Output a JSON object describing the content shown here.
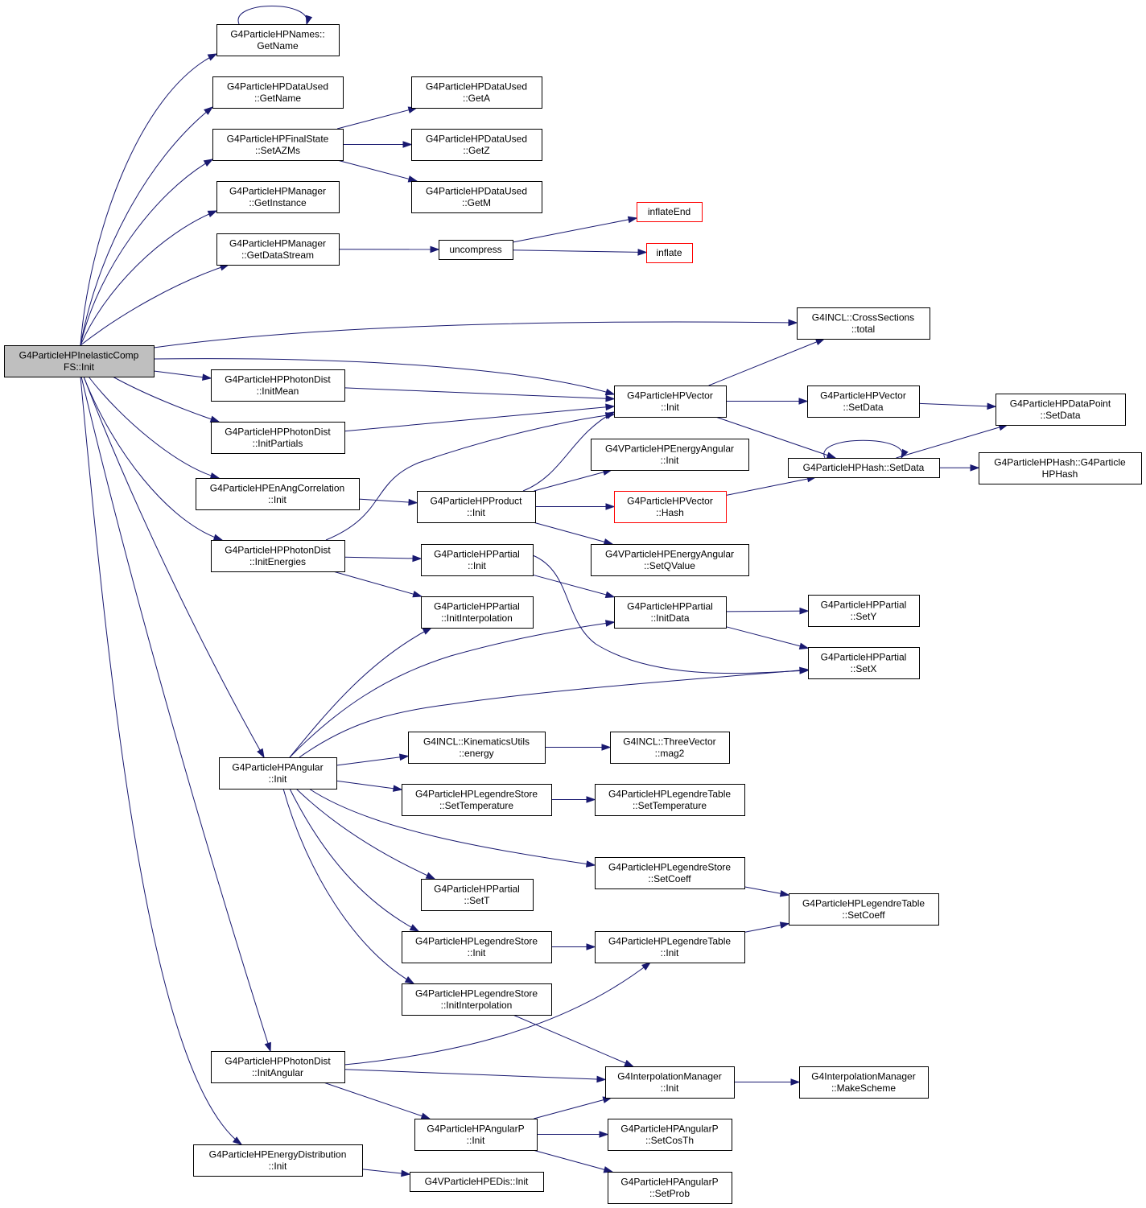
{
  "colors": {
    "edge": "#191970",
    "node_border": "#000000",
    "node_fill": "#ffffff",
    "root_fill": "#bfbfbf",
    "truncated_border": "#ff0000"
  },
  "nodes": {
    "root": {
      "lines": [
        "G4ParticleHPInelasticComp",
        "FS::Init"
      ]
    },
    "names_getname": {
      "lines": [
        "G4ParticleHPNames::",
        "GetName"
      ]
    },
    "dataused_getname": {
      "lines": [
        "G4ParticleHPDataUsed",
        "::GetName"
      ]
    },
    "finalstate_setazms": {
      "lines": [
        "G4ParticleHPFinalState",
        "::SetAZMs"
      ]
    },
    "dataused_geta": {
      "lines": [
        "G4ParticleHPDataUsed",
        "::GetA"
      ]
    },
    "dataused_getz": {
      "lines": [
        "G4ParticleHPDataUsed",
        "::GetZ"
      ]
    },
    "dataused_getm": {
      "lines": [
        "G4ParticleHPDataUsed",
        "::GetM"
      ]
    },
    "manager_getinstance": {
      "lines": [
        "G4ParticleHPManager",
        "::GetInstance"
      ]
    },
    "manager_getdatastream": {
      "lines": [
        "G4ParticleHPManager",
        "::GetDataStream"
      ]
    },
    "uncompress": {
      "lines": [
        "uncompress"
      ]
    },
    "inflateend": {
      "lines": [
        "inflateEnd"
      ]
    },
    "inflate": {
      "lines": [
        "inflate"
      ]
    },
    "incl_crosssections_total": {
      "lines": [
        "G4INCL::CrossSections",
        "::total"
      ]
    },
    "photondist_initmean": {
      "lines": [
        "G4ParticleHPPhotonDist",
        "::InitMean"
      ]
    },
    "photondist_initpartials": {
      "lines": [
        "G4ParticleHPPhotonDist",
        "::InitPartials"
      ]
    },
    "vector_init": {
      "lines": [
        "G4ParticleHPVector",
        "::Init"
      ]
    },
    "vector_setdata": {
      "lines": [
        "G4ParticleHPVector",
        "::SetData"
      ]
    },
    "datapoint_setdata": {
      "lines": [
        "G4ParticleHPDataPoint",
        "::SetData"
      ]
    },
    "hash_setdata": {
      "lines": [
        "G4ParticleHPHash::SetData"
      ]
    },
    "hash_ctor": {
      "lines": [
        "G4ParticleHPHash::G4Particle",
        "HPHash"
      ]
    },
    "enangcorrelation_init": {
      "lines": [
        "G4ParticleHPEnAngCorrelation",
        "::Init"
      ]
    },
    "product_init": {
      "lines": [
        "G4ParticleHPProduct",
        "::Init"
      ]
    },
    "energyangular_init": {
      "lines": [
        "G4VParticleHPEnergyAngular",
        "::Init"
      ]
    },
    "vector_hash": {
      "lines": [
        "G4ParticleHPVector",
        "::Hash"
      ]
    },
    "energyangular_setqvalue": {
      "lines": [
        "G4VParticleHPEnergyAngular",
        "::SetQValue"
      ]
    },
    "photondist_initenergies": {
      "lines": [
        "G4ParticleHPPhotonDist",
        "::InitEnergies"
      ]
    },
    "partial_init": {
      "lines": [
        "G4ParticleHPPartial",
        "::Init"
      ]
    },
    "partial_initinterpolation": {
      "lines": [
        "G4ParticleHPPartial",
        "::InitInterpolation"
      ]
    },
    "partial_initdata": {
      "lines": [
        "G4ParticleHPPartial",
        "::InitData"
      ]
    },
    "partial_sety": {
      "lines": [
        "G4ParticleHPPartial",
        "::SetY"
      ]
    },
    "partial_setx": {
      "lines": [
        "G4ParticleHPPartial",
        "::SetX"
      ]
    },
    "angular_init": {
      "lines": [
        "G4ParticleHPAngular",
        "::Init"
      ]
    },
    "kinematicsutils_energy": {
      "lines": [
        "G4INCL::KinematicsUtils",
        "::energy"
      ]
    },
    "threevector_mag2": {
      "lines": [
        "G4INCL::ThreeVector",
        "::mag2"
      ]
    },
    "legendrestore_settemperature": {
      "lines": [
        "G4ParticleHPLegendreStore",
        "::SetTemperature"
      ]
    },
    "legendretable_settemperature": {
      "lines": [
        "G4ParticleHPLegendreTable",
        "::SetTemperature"
      ]
    },
    "legendrestore_setcoeff": {
      "lines": [
        "G4ParticleHPLegendreStore",
        "::SetCoeff"
      ]
    },
    "partial_sett": {
      "lines": [
        "G4ParticleHPPartial",
        "::SetT"
      ]
    },
    "legendretable_setcoeff": {
      "lines": [
        "G4ParticleHPLegendreTable",
        "::SetCoeff"
      ]
    },
    "legendrestore_init": {
      "lines": [
        "G4ParticleHPLegendreStore",
        "::Init"
      ]
    },
    "legendretable_init": {
      "lines": [
        "G4ParticleHPLegendreTable",
        "::Init"
      ]
    },
    "legendrestore_initinterpolation": {
      "lines": [
        "G4ParticleHPLegendreStore",
        "::InitInterpolation"
      ]
    },
    "photondist_initangular": {
      "lines": [
        "G4ParticleHPPhotonDist",
        "::InitAngular"
      ]
    },
    "interpolationmanager_init": {
      "lines": [
        "G4InterpolationManager",
        "::Init"
      ]
    },
    "interpolationmanager_makescheme": {
      "lines": [
        "G4InterpolationManager",
        "::MakeScheme"
      ]
    },
    "angularp_init": {
      "lines": [
        "G4ParticleHPAngularP",
        "::Init"
      ]
    },
    "angularp_setcosth": {
      "lines": [
        "G4ParticleHPAngularP",
        "::SetCosTh"
      ]
    },
    "angularp_setprob": {
      "lines": [
        "G4ParticleHPAngularP",
        "::SetProb"
      ]
    },
    "energydistribution_init": {
      "lines": [
        "G4ParticleHPEnergyDistribution",
        "::Init"
      ]
    },
    "edis_init": {
      "lines": [
        "G4VParticleHPEDis::Init"
      ]
    }
  },
  "edges": [
    [
      "root",
      "names_getname"
    ],
    [
      "root",
      "dataused_getname"
    ],
    [
      "root",
      "finalstate_setazms"
    ],
    [
      "root",
      "manager_getinstance"
    ],
    [
      "root",
      "manager_getdatastream"
    ],
    [
      "root",
      "incl_crosssections_total"
    ],
    [
      "root",
      "vector_init"
    ],
    [
      "root",
      "photondist_initmean"
    ],
    [
      "root",
      "photondist_initpartials"
    ],
    [
      "root",
      "enangcorrelation_init"
    ],
    [
      "root",
      "photondist_initenergies"
    ],
    [
      "root",
      "angular_init"
    ],
    [
      "root",
      "photondist_initangular"
    ],
    [
      "root",
      "energydistribution_init"
    ],
    [
      "names_getname",
      "names_getname"
    ],
    [
      "finalstate_setazms",
      "dataused_geta"
    ],
    [
      "finalstate_setazms",
      "dataused_getz"
    ],
    [
      "finalstate_setazms",
      "dataused_getm"
    ],
    [
      "manager_getdatastream",
      "uncompress"
    ],
    [
      "uncompress",
      "inflateend"
    ],
    [
      "uncompress",
      "inflate"
    ],
    [
      "photondist_initmean",
      "vector_init"
    ],
    [
      "photondist_initpartials",
      "vector_init"
    ],
    [
      "vector_init",
      "incl_crosssections_total"
    ],
    [
      "vector_init",
      "vector_setdata"
    ],
    [
      "vector_init",
      "hash_setdata"
    ],
    [
      "vector_setdata",
      "datapoint_setdata"
    ],
    [
      "hash_setdata",
      "hash_setdata"
    ],
    [
      "hash_setdata",
      "datapoint_setdata"
    ],
    [
      "hash_setdata",
      "hash_ctor"
    ],
    [
      "enangcorrelation_init",
      "product_init"
    ],
    [
      "product_init",
      "vector_init"
    ],
    [
      "product_init",
      "energyangular_init"
    ],
    [
      "product_init",
      "vector_hash"
    ],
    [
      "product_init",
      "energyangular_setqvalue"
    ],
    [
      "vector_hash",
      "hash_setdata"
    ],
    [
      "photondist_initenergies",
      "vector_init"
    ],
    [
      "photondist_initenergies",
      "partial_init"
    ],
    [
      "photondist_initenergies",
      "partial_initinterpolation"
    ],
    [
      "partial_init",
      "partial_initdata"
    ],
    [
      "partial_init",
      "partial_setx"
    ],
    [
      "partial_initdata",
      "partial_sety"
    ],
    [
      "partial_initdata",
      "partial_setx"
    ],
    [
      "angular_init",
      "partial_initinterpolation"
    ],
    [
      "angular_init",
      "partial_initdata"
    ],
    [
      "angular_init",
      "partial_setx"
    ],
    [
      "angular_init",
      "kinematicsutils_energy"
    ],
    [
      "angular_init",
      "legendrestore_settemperature"
    ],
    [
      "angular_init",
      "legendrestore_setcoeff"
    ],
    [
      "angular_init",
      "partial_sett"
    ],
    [
      "angular_init",
      "legendrestore_init"
    ],
    [
      "angular_init",
      "legendrestore_initinterpolation"
    ],
    [
      "kinematicsutils_energy",
      "threevector_mag2"
    ],
    [
      "legendrestore_settemperature",
      "legendretable_settemperature"
    ],
    [
      "legendrestore_setcoeff",
      "legendretable_setcoeff"
    ],
    [
      "legendrestore_init",
      "legendretable_init"
    ],
    [
      "legendretable_init",
      "legendretable_setcoeff"
    ],
    [
      "legendrestore_initinterpolation",
      "interpolationmanager_init"
    ],
    [
      "photondist_initangular",
      "legendretable_init"
    ],
    [
      "photondist_initangular",
      "interpolationmanager_init"
    ],
    [
      "photondist_initangular",
      "angularp_init"
    ],
    [
      "interpolationmanager_init",
      "interpolationmanager_makescheme"
    ],
    [
      "angularp_init",
      "interpolationmanager_init"
    ],
    [
      "angularp_init",
      "angularp_setcosth"
    ],
    [
      "angularp_init",
      "angularp_setprob"
    ],
    [
      "energydistribution_init",
      "edis_init"
    ]
  ]
}
